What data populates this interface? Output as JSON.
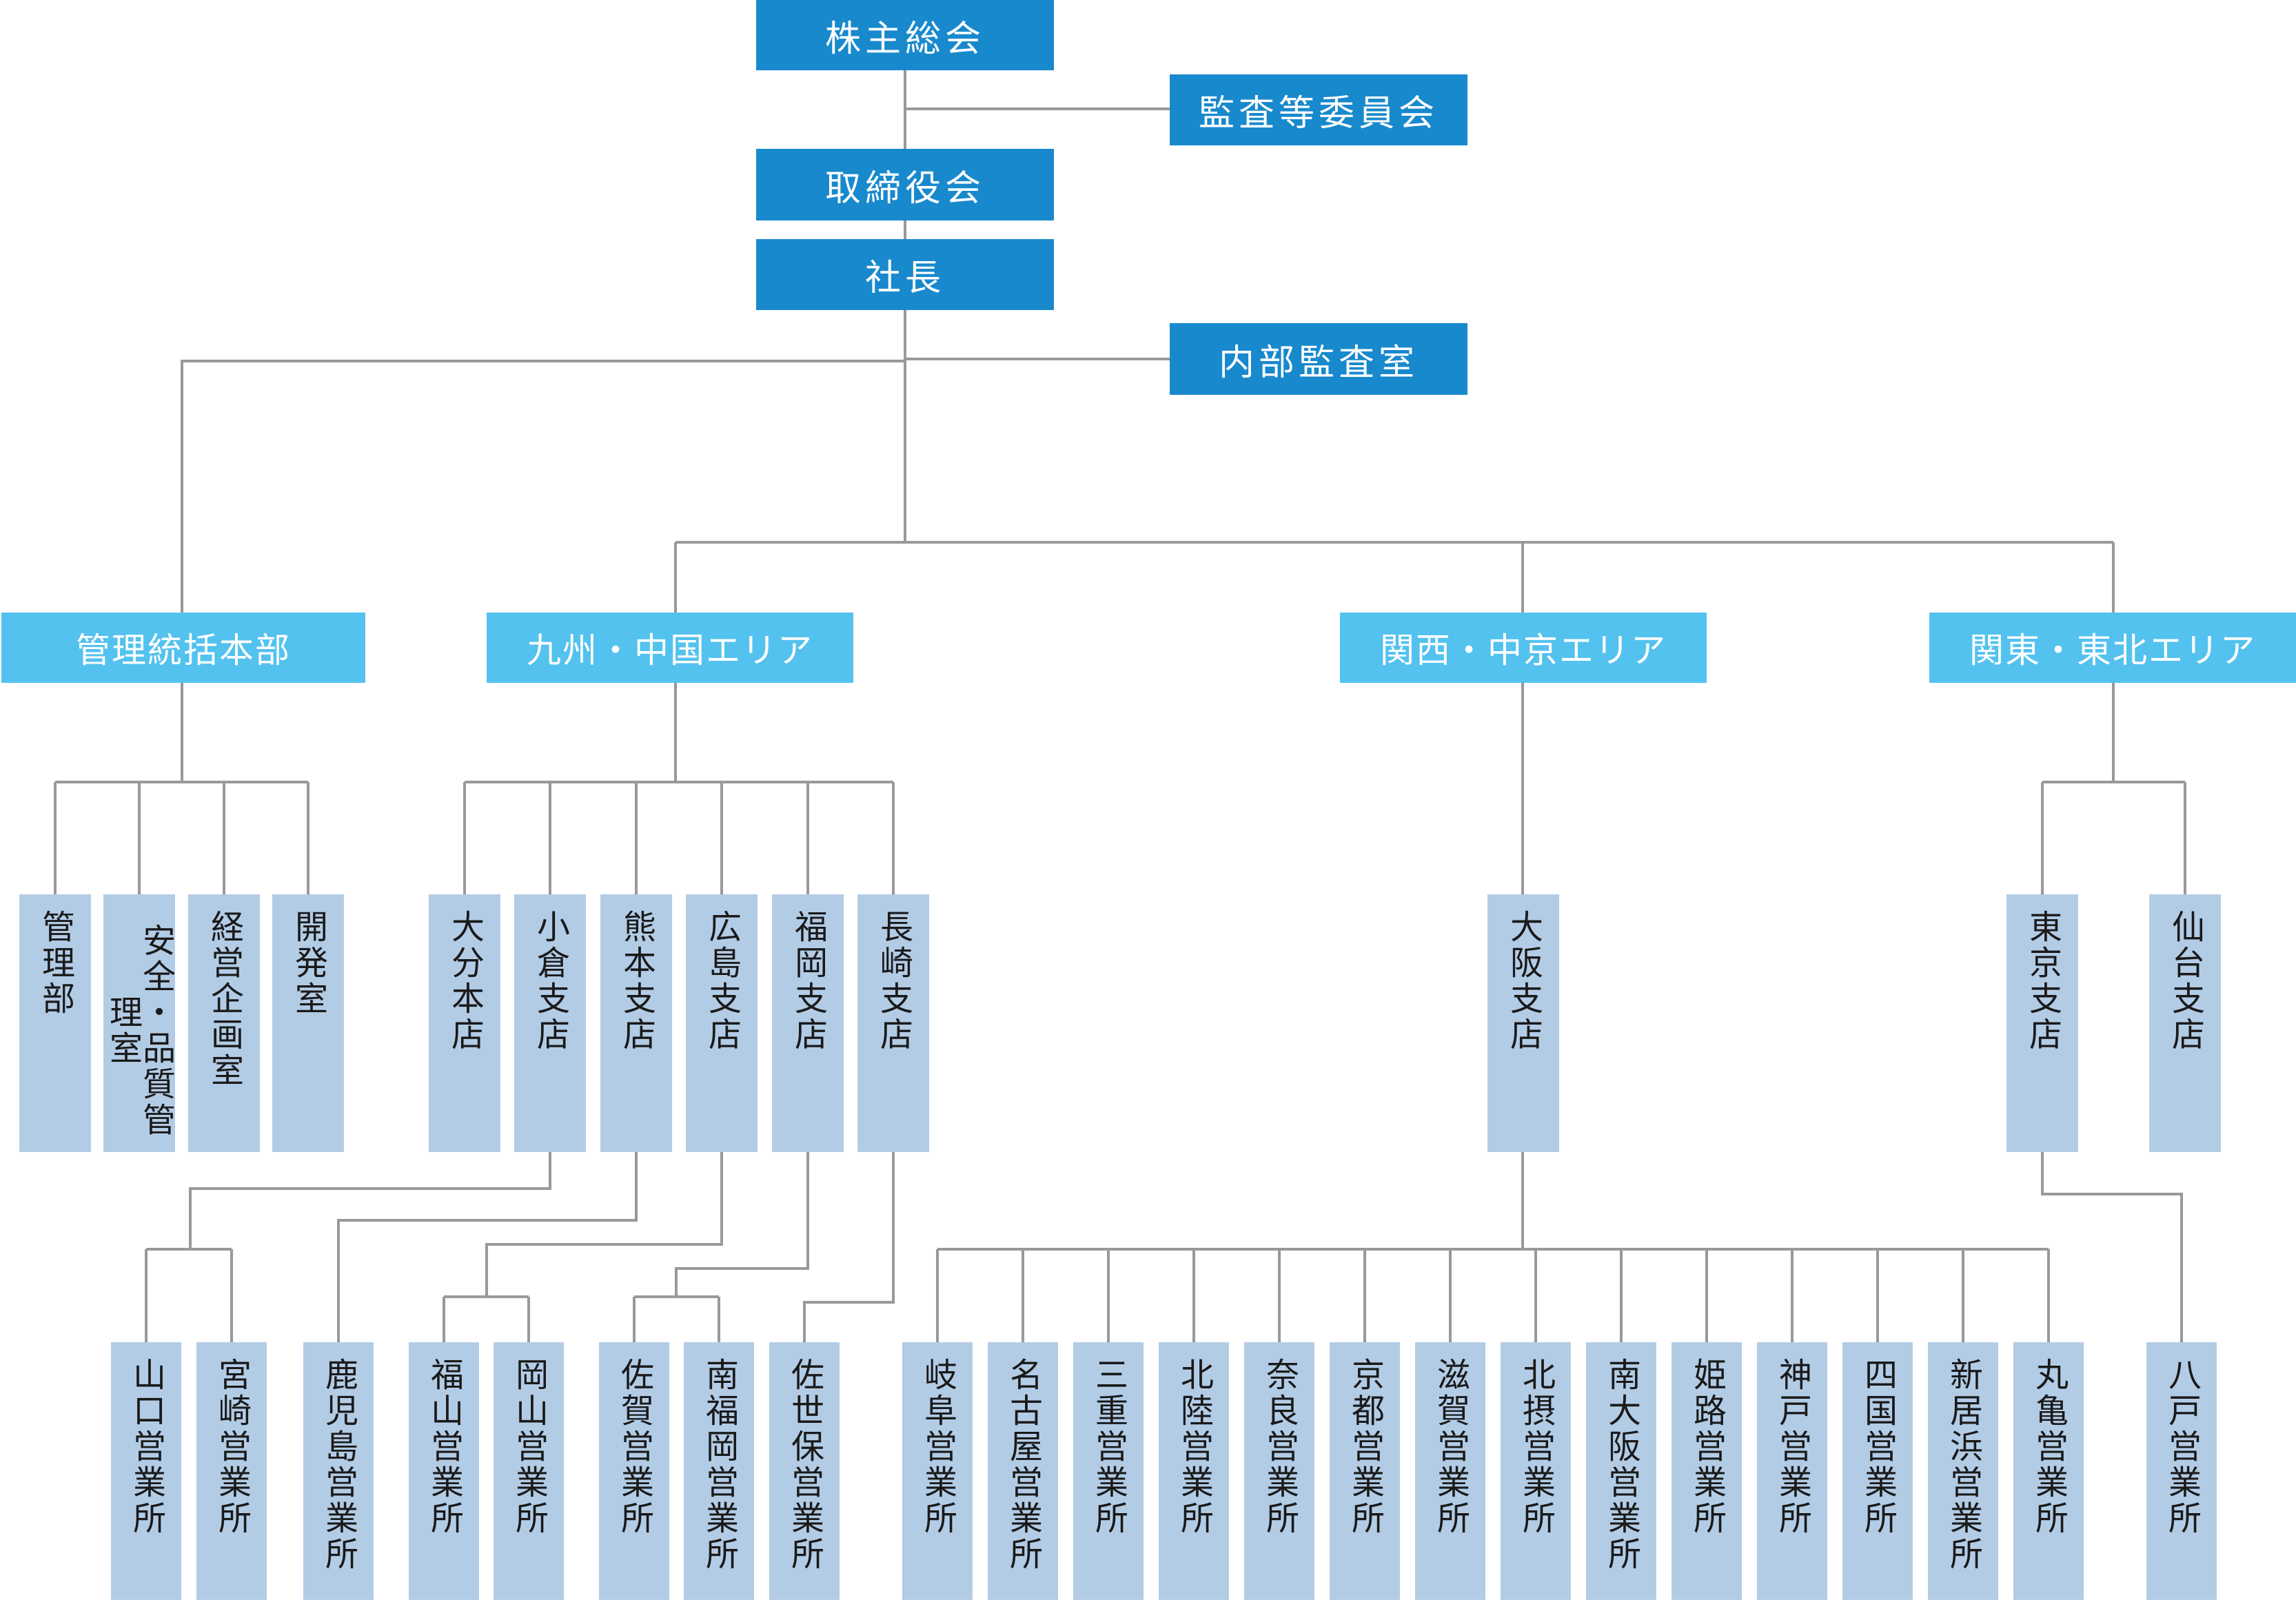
{
  "top": {
    "shareholders": "株主総会",
    "audit_committee": "監査等委員会",
    "board": "取締役会",
    "president": "社長",
    "internal_audit": "内部監査室"
  },
  "divisions": {
    "admin": "管理統括本部",
    "kyushu": "九州・中国エリア",
    "kansai": "関西・中京エリア",
    "kanto": "関東・東北エリア"
  },
  "admin_depts": [
    "管理部",
    "安全・品質管理室",
    "経営企画室",
    "開発室"
  ],
  "kyushu_branches": [
    "大分本店",
    "小倉支店",
    "熊本支店",
    "広島支店",
    "福岡支店",
    "長崎支店"
  ],
  "kansai_branches": [
    "大阪支店"
  ],
  "kanto_branches": [
    "東京支店",
    "仙台支店"
  ],
  "kyushu_offices": [
    "山口営業所",
    "宮崎営業所",
    "鹿児島営業所",
    "福山営業所",
    "岡山営業所",
    "佐賀営業所",
    "南福岡営業所",
    "佐世保営業所"
  ],
  "kansai_offices": [
    "岐阜営業所",
    "名古屋営業所",
    "三重営業所",
    "北陸営業所",
    "奈良営業所",
    "京都営業所",
    "滋賀営業所",
    "北摂営業所",
    "南大阪営業所",
    "姫路営業所",
    "神戸営業所",
    "四国営業所",
    "新居浜営業所",
    "丸亀営業所"
  ],
  "kanto_offices": [
    "八戸営業所"
  ],
  "colors": {
    "dark": "#1889cd",
    "light": "#53c2ef",
    "unit": "#b3cce6",
    "line": "#999999"
  }
}
